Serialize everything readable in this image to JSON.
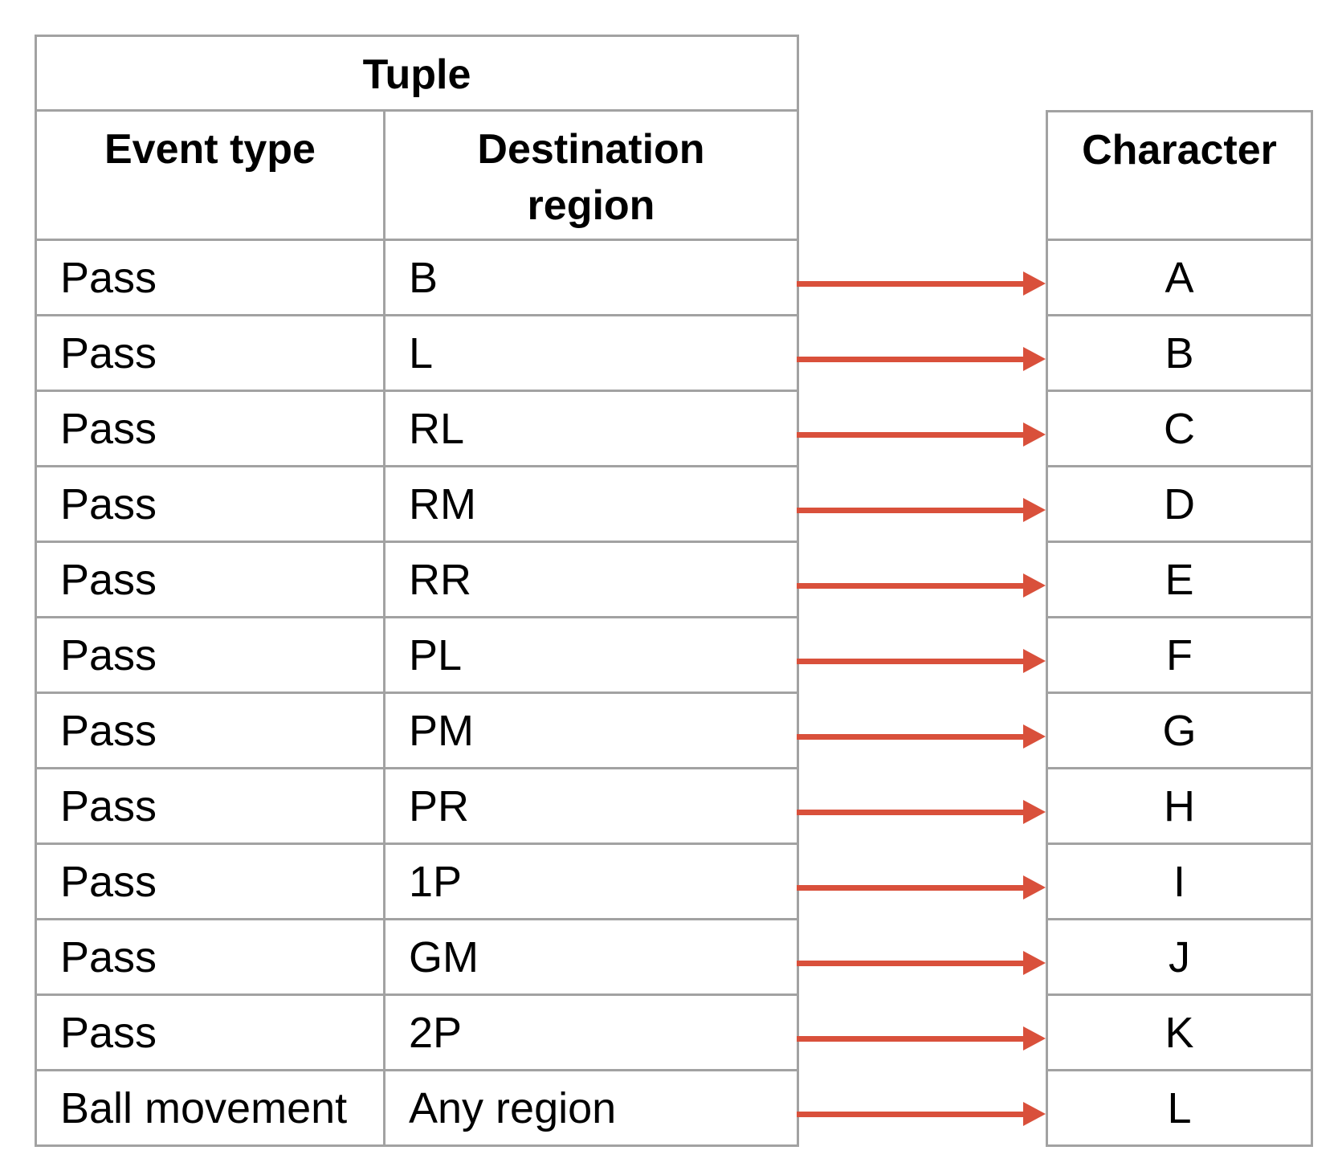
{
  "figure": {
    "tuple_table": {
      "title": "Tuple",
      "column_headers": [
        "Event type",
        "Destination region"
      ],
      "rows": [
        {
          "event_type": "Pass",
          "destination_region": "B"
        },
        {
          "event_type": "Pass",
          "destination_region": "L"
        },
        {
          "event_type": "Pass",
          "destination_region": "RL"
        },
        {
          "event_type": "Pass",
          "destination_region": "RM"
        },
        {
          "event_type": "Pass",
          "destination_region": "RR"
        },
        {
          "event_type": "Pass",
          "destination_region": "PL"
        },
        {
          "event_type": "Pass",
          "destination_region": "PM"
        },
        {
          "event_type": "Pass",
          "destination_region": "PR"
        },
        {
          "event_type": "Pass",
          "destination_region": "1P"
        },
        {
          "event_type": "Pass",
          "destination_region": "GM"
        },
        {
          "event_type": "Pass",
          "destination_region": "2P"
        },
        {
          "event_type": "Ball movement",
          "destination_region": "Any region"
        }
      ]
    },
    "character_table": {
      "title": "Character",
      "rows": [
        "A",
        "B",
        "C",
        "D",
        "E",
        "F",
        "G",
        "H",
        "I",
        "J",
        "K",
        "L"
      ]
    },
    "arrows": {
      "count": 12,
      "direction": "left-to-right",
      "color": "#d9503b"
    },
    "colors": {
      "border": "#a2a2a2",
      "text": "#000000",
      "background": "#ffffff"
    }
  }
}
